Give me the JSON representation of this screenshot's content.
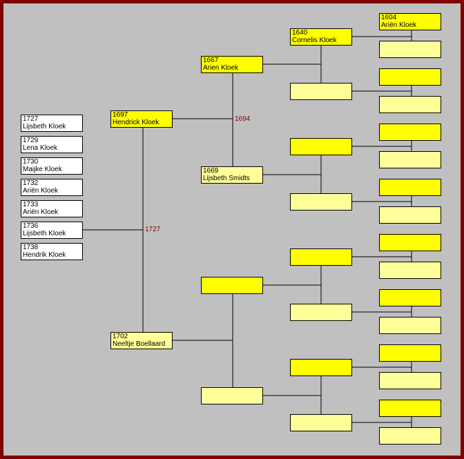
{
  "children": [
    {
      "year": "1727",
      "name": "Lijsbeth Kloek"
    },
    {
      "year": "1729",
      "name": "Lena Kloek"
    },
    {
      "year": "1730",
      "name": "Maijke Kloek"
    },
    {
      "year": "1732",
      "name": "Ariën Kloek"
    },
    {
      "year": "1733",
      "name": "Ariën Kloek"
    },
    {
      "year": "1736",
      "name": "Lijsbeth Kloek"
    },
    {
      "year": "1738",
      "name": "Hendrik Kloek"
    }
  ],
  "marriage_years": {
    "parents": "1727",
    "paternal_grandparents": "1694"
  },
  "generations": [
    [
      {
        "year": "1697",
        "name": "Hendrick Kloek",
        "sex": "m"
      },
      {
        "year": "1702",
        "name": "Neeltje Boellaard",
        "sex": "f"
      }
    ],
    [
      {
        "year": "1667",
        "name": "Arien Kloek",
        "sex": "m"
      },
      {
        "year": "1669",
        "name": "Lijsbeth Smidts",
        "sex": "f"
      },
      {
        "year": "",
        "name": "",
        "sex": "m"
      },
      {
        "year": "",
        "name": "",
        "sex": "f"
      }
    ],
    [
      {
        "year": "1640",
        "name": "Cornelis Kloek",
        "sex": "m"
      },
      {
        "year": "",
        "name": "",
        "sex": "f"
      },
      {
        "year": "",
        "name": "",
        "sex": "m"
      },
      {
        "year": "",
        "name": "",
        "sex": "f"
      },
      {
        "year": "",
        "name": "",
        "sex": "m"
      },
      {
        "year": "",
        "name": "",
        "sex": "f"
      },
      {
        "year": "",
        "name": "",
        "sex": "m"
      },
      {
        "year": "",
        "name": "",
        "sex": "f"
      }
    ],
    [
      {
        "year": "1604",
        "name": "Ariën Kloek",
        "sex": "m"
      },
      {
        "year": "",
        "name": "",
        "sex": "f"
      },
      {
        "year": "",
        "name": "",
        "sex": "m"
      },
      {
        "year": "",
        "name": "",
        "sex": "f"
      },
      {
        "year": "",
        "name": "",
        "sex": "m"
      },
      {
        "year": "",
        "name": "",
        "sex": "f"
      },
      {
        "year": "",
        "name": "",
        "sex": "m"
      },
      {
        "year": "",
        "name": "",
        "sex": "f"
      },
      {
        "year": "",
        "name": "",
        "sex": "m"
      },
      {
        "year": "",
        "name": "",
        "sex": "f"
      },
      {
        "year": "",
        "name": "",
        "sex": "m"
      },
      {
        "year": "",
        "name": "",
        "sex": "f"
      },
      {
        "year": "",
        "name": "",
        "sex": "m"
      },
      {
        "year": "",
        "name": "",
        "sex": "f"
      },
      {
        "year": "",
        "name": "",
        "sex": "m"
      },
      {
        "year": "",
        "name": "",
        "sex": "f"
      }
    ]
  ]
}
